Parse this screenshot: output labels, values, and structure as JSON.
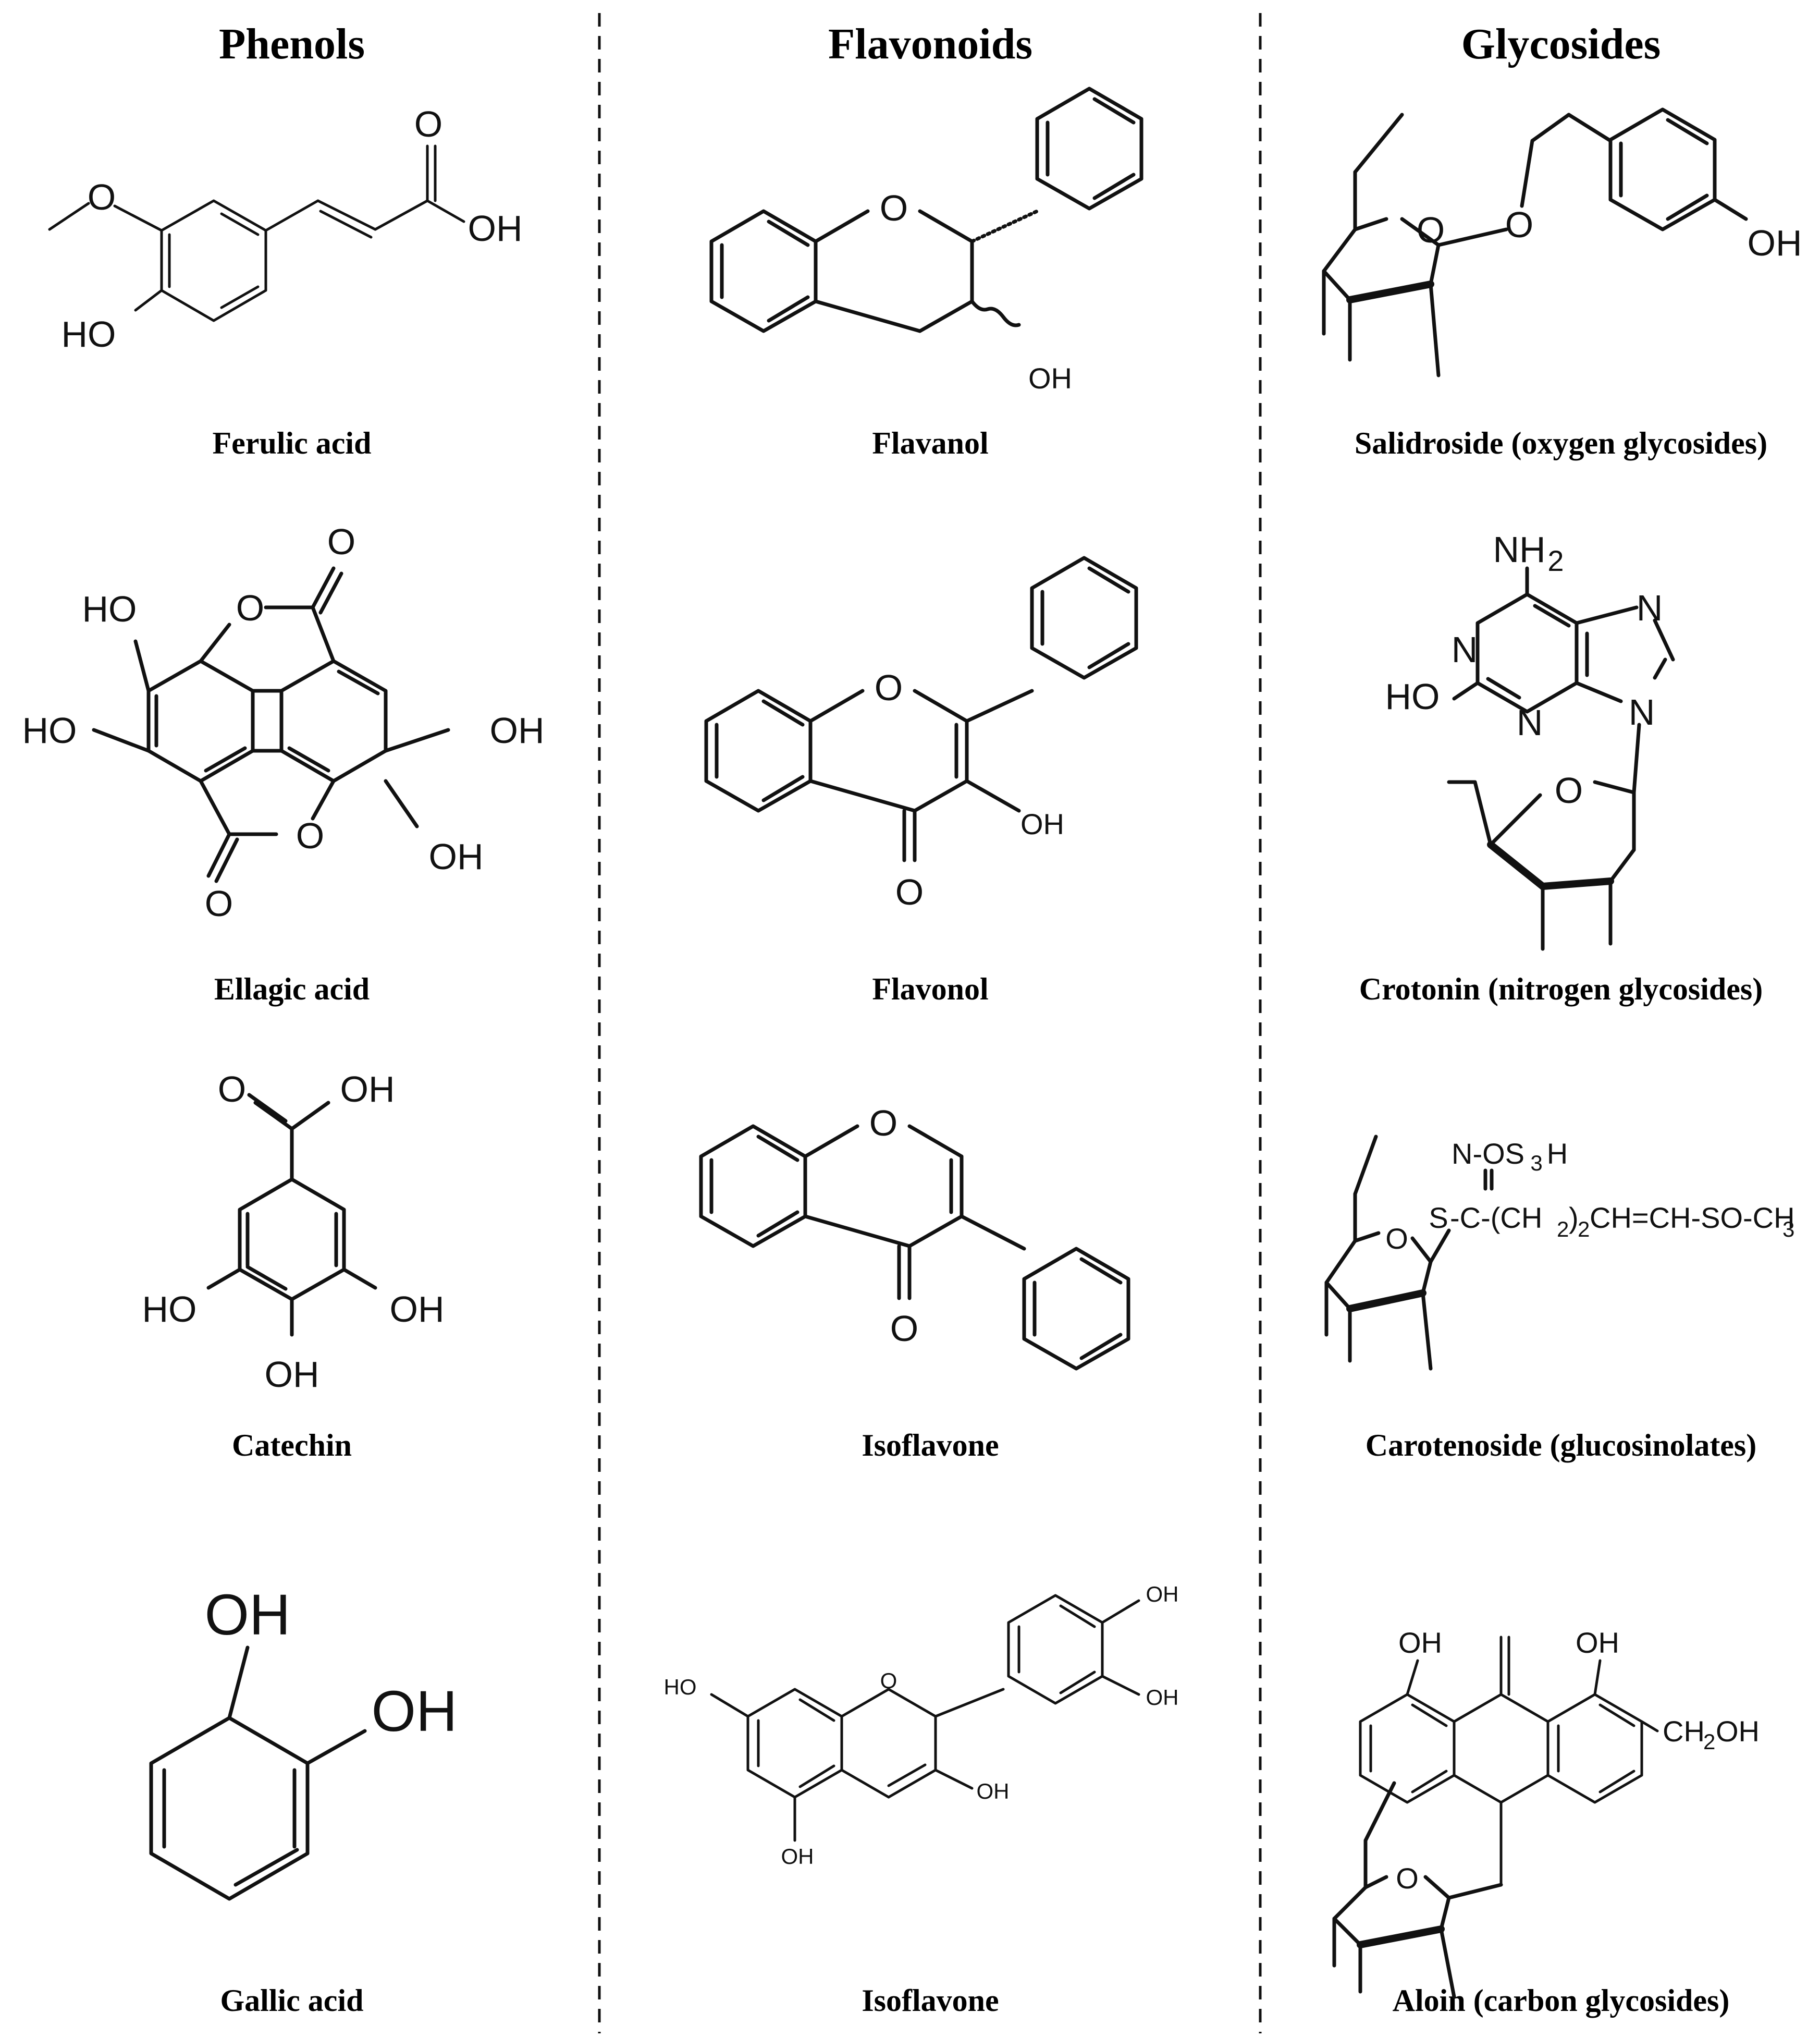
{
  "columns": [
    {
      "title": "Phenols"
    },
    {
      "title": "Flavonoids"
    },
    {
      "title": "Glycosides"
    }
  ],
  "captions": {
    "phenols": [
      "Ferulic acid",
      "Ellagic acid",
      "Catechin",
      "Gallic acid"
    ],
    "flavonoids": [
      "Flavanol",
      "Flavonol",
      "Isoflavone",
      "Isoflavone"
    ],
    "glycosides": [
      "Salidroside (oxygen glycosides)",
      "Crotonin (nitrogen glycosides)",
      "Carotenoside (glucosinolates)",
      "Aloin (carbon glycosides)"
    ]
  },
  "atom_labels": {
    "O": "O",
    "OH": "OH",
    "HO": "HO",
    "N": "N",
    "NH2": "NH",
    "sub2": "2",
    "S": "S",
    "C": "C",
    "chain_r1": "N-OS",
    "chain_r1_sub": "3",
    "chain_r1_end": "H",
    "chain_r2a": "-C-(CH",
    "chain_r2b": ")",
    "chain_r2c": "CH=CH-SO-CH",
    "chain_r2d": "3",
    "ch2oh_a": "CH",
    "ch2oh_b": "OH"
  }
}
